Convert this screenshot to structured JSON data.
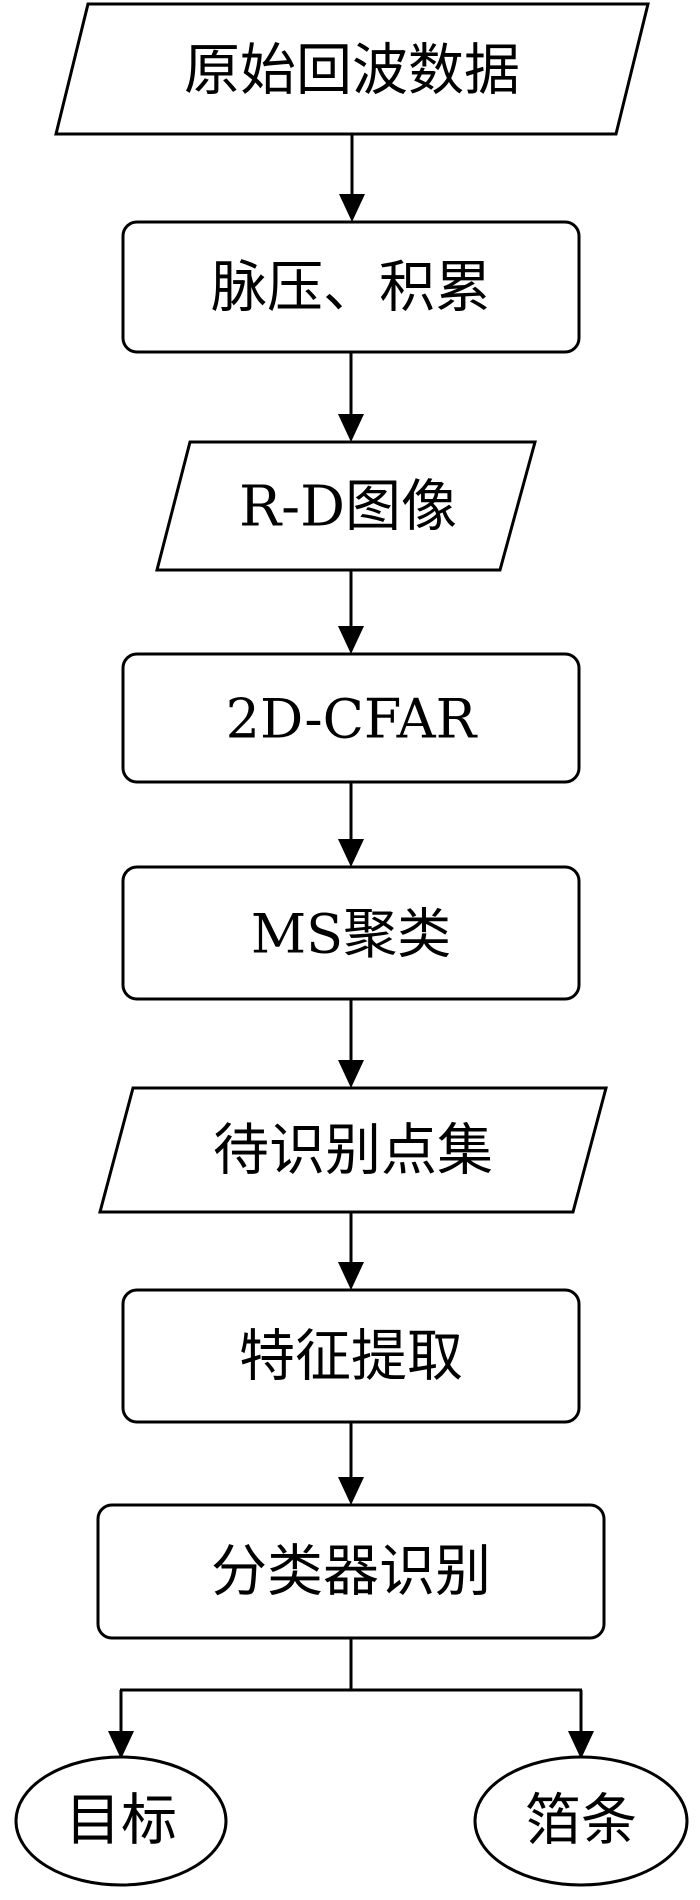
{
  "flowchart": {
    "steps": [
      {
        "id": "raw-echo-data",
        "label": "原始回波数据",
        "shape": "parallelogram"
      },
      {
        "id": "pulse-compression",
        "label": "脉压、积累",
        "shape": "rounded-rect"
      },
      {
        "id": "rd-image",
        "label": "R-D图像",
        "shape": "parallelogram"
      },
      {
        "id": "cfar",
        "label": "2D-CFAR",
        "shape": "rounded-rect"
      },
      {
        "id": "ms-clustering",
        "label": "MS聚类",
        "shape": "rounded-rect"
      },
      {
        "id": "candidate-points",
        "label": "待识别点集",
        "shape": "parallelogram"
      },
      {
        "id": "feature-extraction",
        "label": "特征提取",
        "shape": "rounded-rect"
      },
      {
        "id": "classifier",
        "label": "分类器识别",
        "shape": "rounded-rect"
      }
    ],
    "outputs": [
      {
        "id": "target",
        "label": "目标",
        "shape": "ellipse"
      },
      {
        "id": "foil-strip",
        "label": "箔条",
        "shape": "ellipse"
      }
    ],
    "colors": {
      "stroke": "#000000",
      "fill": "#ffffff",
      "text": "#000000"
    }
  }
}
